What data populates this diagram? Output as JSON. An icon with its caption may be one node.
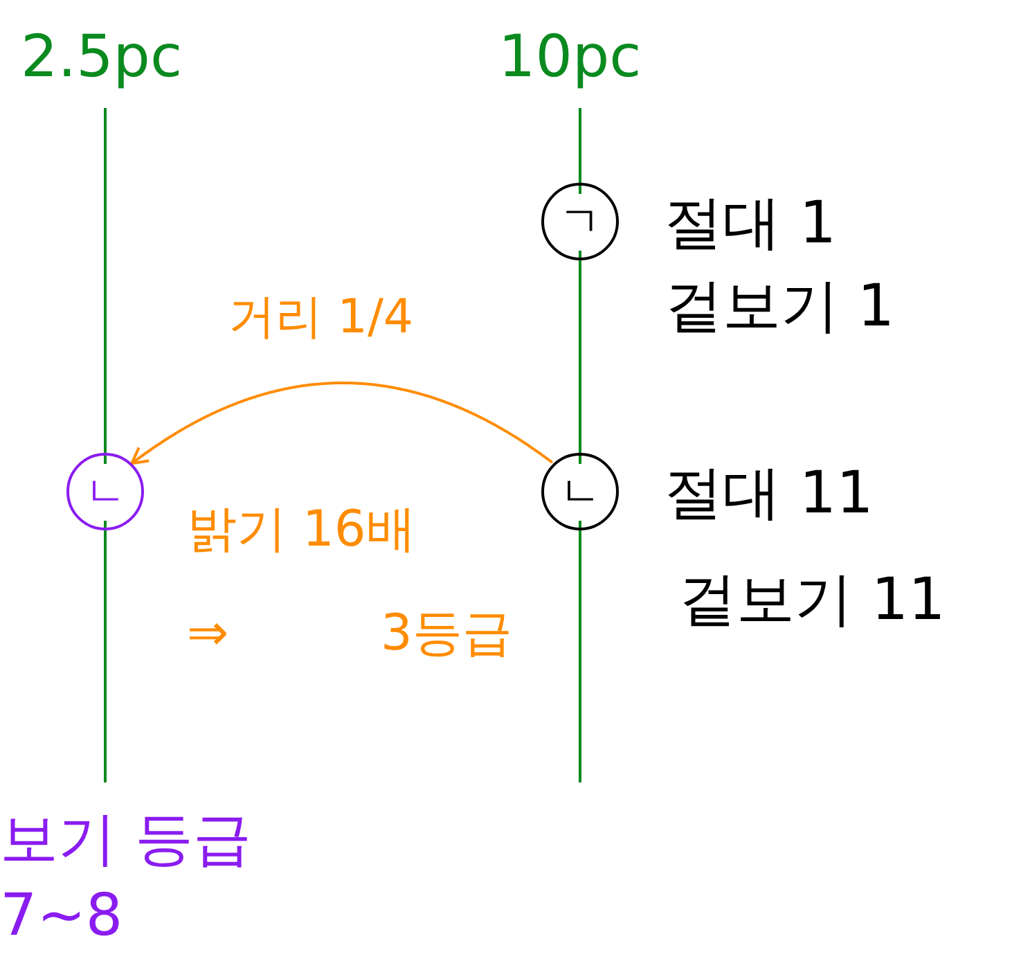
{
  "diagram": {
    "nodes": [
      {
        "text": [
          "ㄱ"
        ],
        "beside": [
          "절대 1",
          "겉보기 1"
        ]
      },
      {
        "text": [
          "ㄴ"
        ],
        "beside": [
          "절대 11",
          "겉보기 11"
        ]
      },
      {
        "text": [
          "ㄴ"
        ],
        "beside": [
          "보기 등급",
          "7~8"
        ]
      }
    ],
    "edges": [
      {
        "from": 1,
        "to": 2,
        "arrow": "to",
        "label": "거리 1/4",
        "color": "#ff8c00"
      }
    ],
    "labels": [
      "2.5pc",
      "10pc",
      "밝기 16배",
      "⇒",
      "3등급"
    ]
  }
}
